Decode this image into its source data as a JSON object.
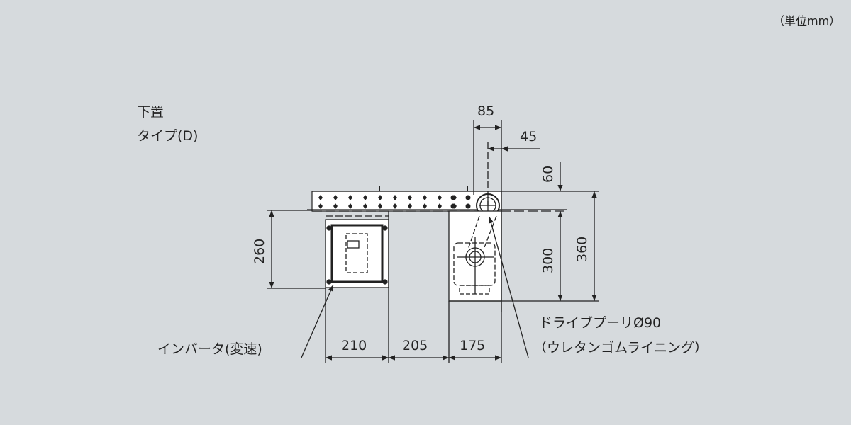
{
  "unit_note": "（単位mm）",
  "type_label": {
    "line1": "下置",
    "line2": "タイプ(D)"
  },
  "dimensions": {
    "top_85": "85",
    "top_45": "45",
    "height_60": "60",
    "height_300": "300",
    "height_360": "360",
    "height_260": "260",
    "width_210": "210",
    "width_205": "205",
    "width_175": "175"
  },
  "callouts": {
    "inverter": "インバータ(変速)",
    "drive_pulley_line1": "ドライブプーリØ90",
    "drive_pulley_line2": "（ウレタンゴムライニング）"
  },
  "colors": {
    "background": "#d6dadd",
    "line": "#222222",
    "part_fill": "#ffffff"
  }
}
